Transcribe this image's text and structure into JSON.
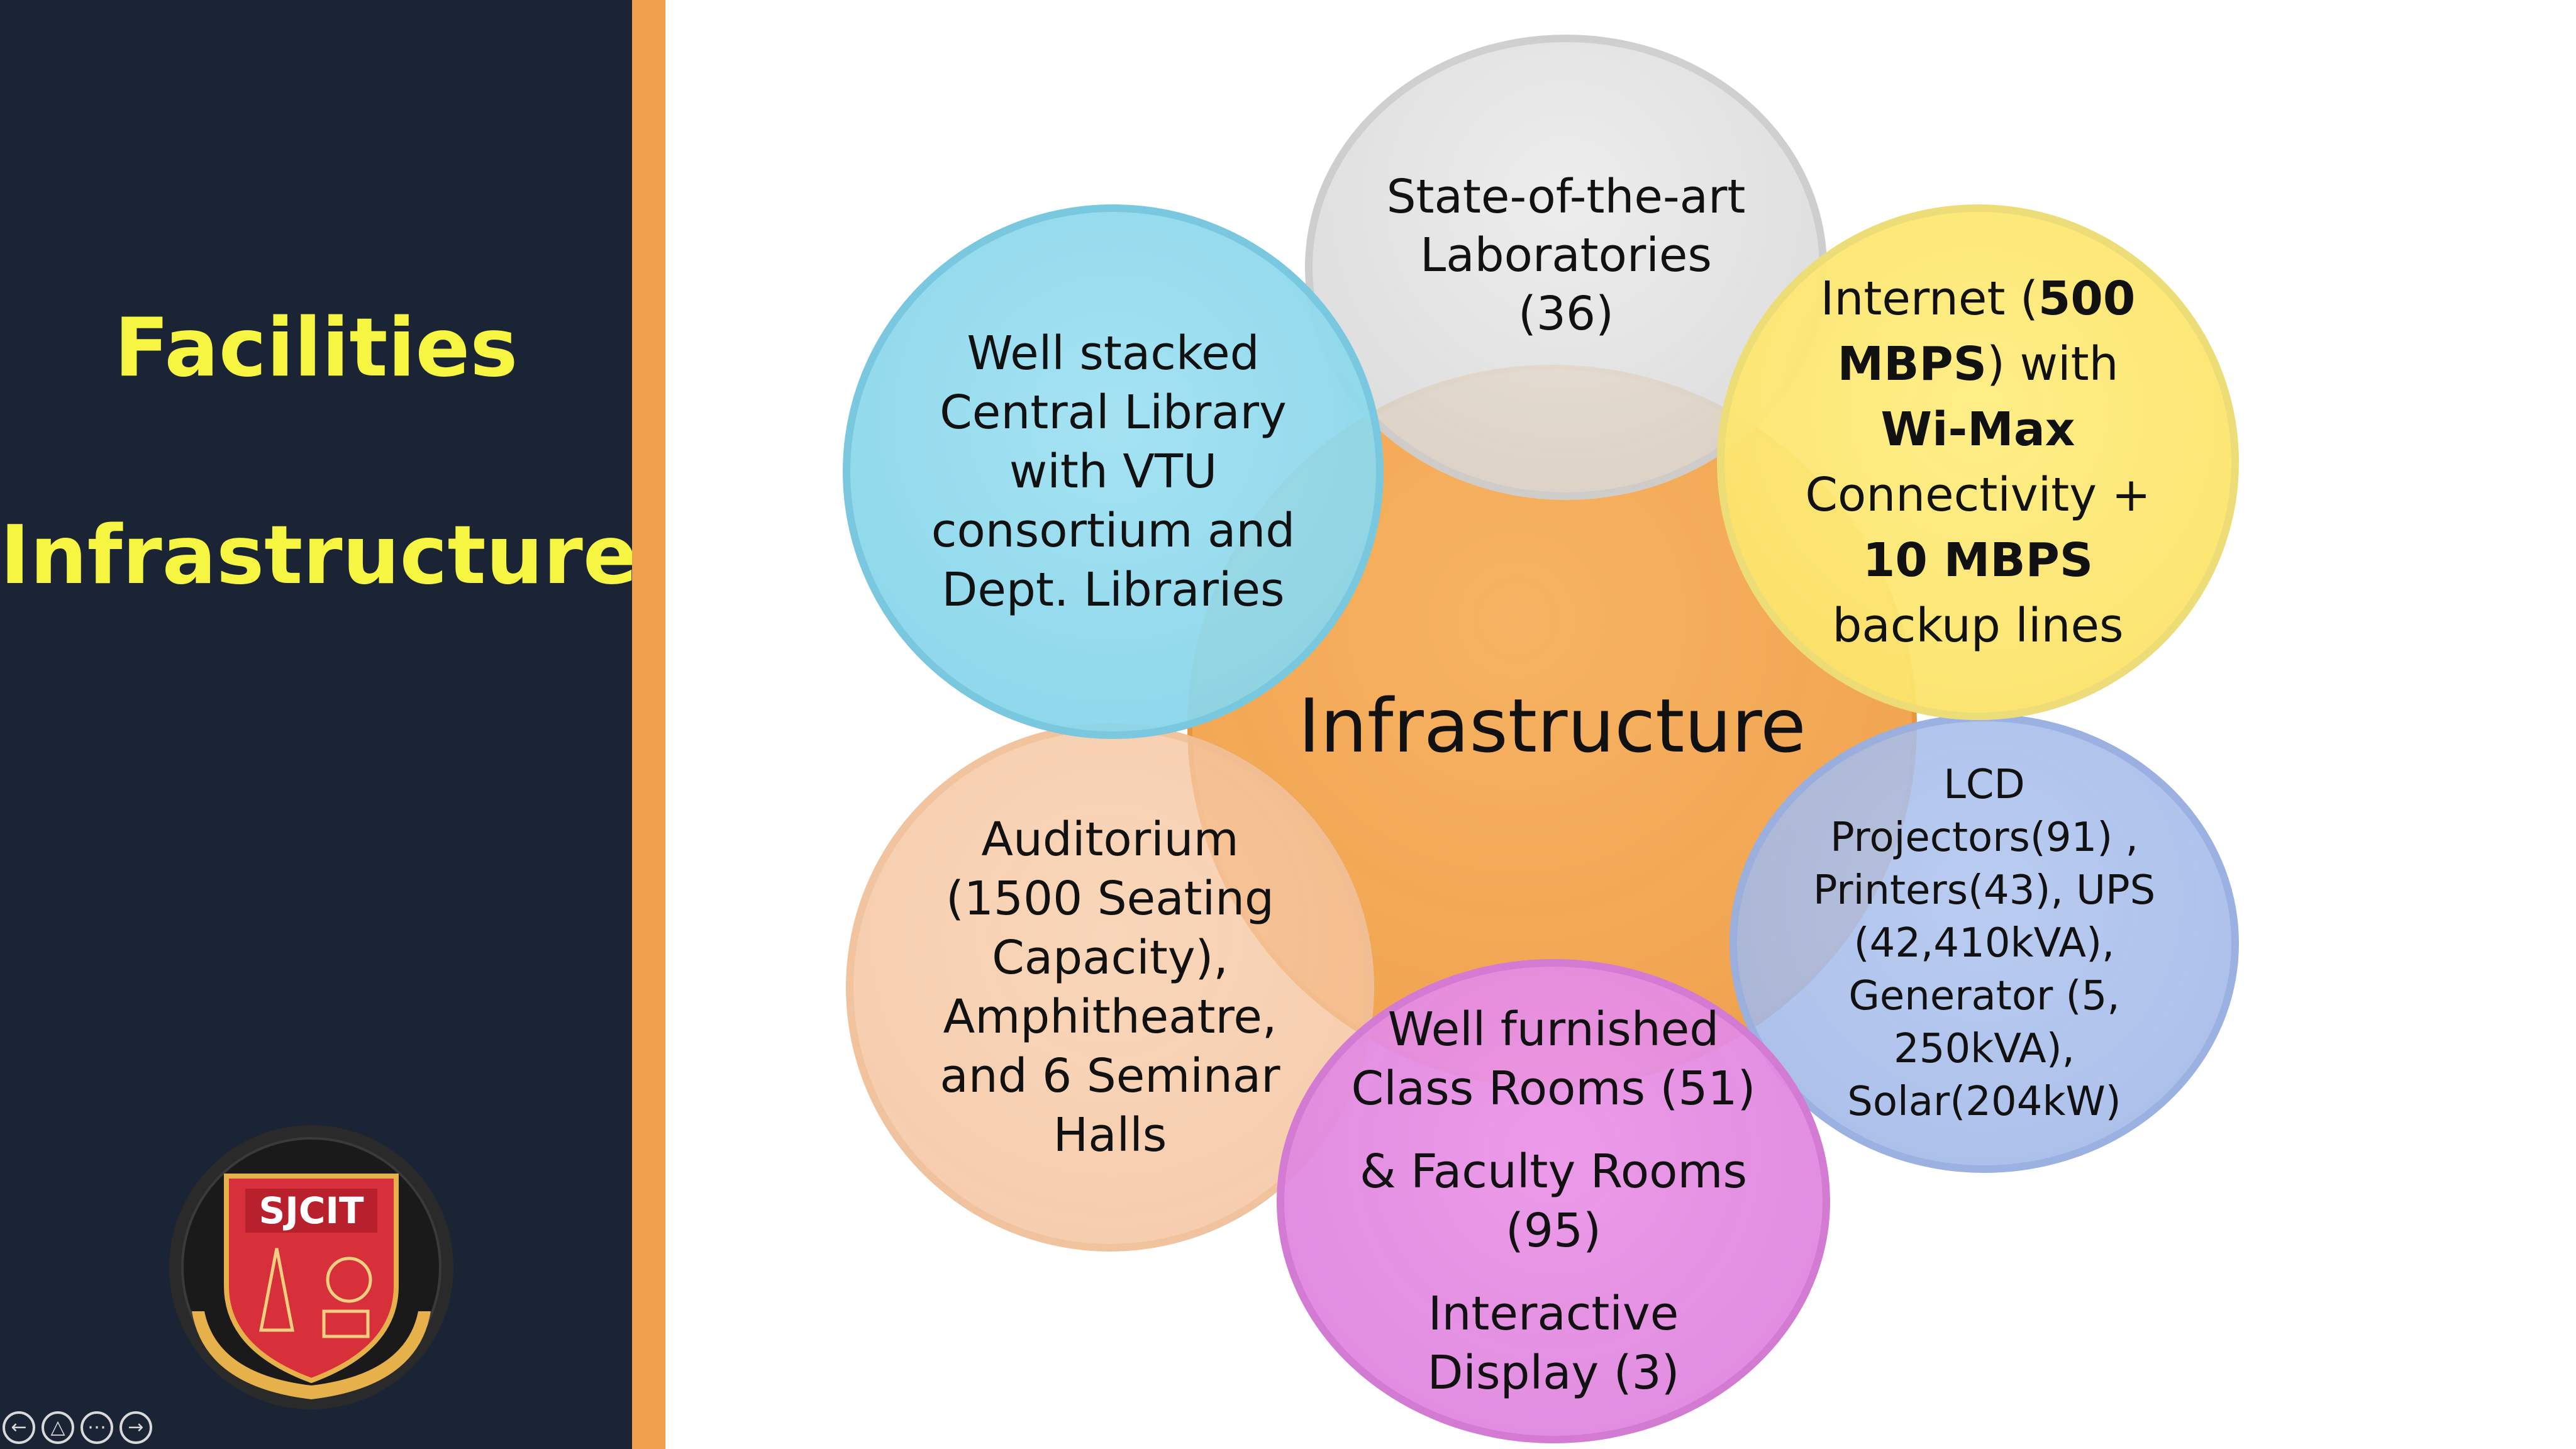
{
  "sidebar": {
    "title_line1": "Facilities",
    "title_line2": "Infrastructure",
    "logo": {
      "icon": "college-emblem",
      "text": "SJCIT",
      "colors": {
        "primary": "#d8303a",
        "gold": "#e6b04a",
        "ring": "#1a1a1a"
      }
    }
  },
  "nav": [
    "back-icon",
    "pen-icon",
    "more-icon",
    "forward-icon"
  ],
  "colors": {
    "sidebar_bg": "#1b2434",
    "accent": "#f0a04b",
    "title": "#f5f542"
  },
  "diagram": {
    "center": "Infrastructure",
    "laboratories": {
      "line1": "State-of-the-art",
      "line2": "Laboratories",
      "line3": "(36)"
    },
    "library": {
      "line1": "Well stacked",
      "line2": "Central Library",
      "line3": "with VTU",
      "line4": "consortium and",
      "line5": "Dept. Libraries"
    },
    "internet": {
      "line1_a": "Internet (",
      "line1_b": "500",
      "line2_a": "MBPS",
      "line2_b": ") with",
      "line3": "Wi-Max",
      "line4": "Connectivity  +",
      "line5": "10 MBPS",
      "line6": "backup lines"
    },
    "auditorium": {
      "line1": "Auditorium",
      "line2": "(1500 Seating",
      "line3": "Capacity),",
      "line4": "Amphitheatre,",
      "line5": "and 6 Seminar",
      "line6": "Halls"
    },
    "equipment": {
      "line1": "LCD",
      "line2": "Projectors(91) ,",
      "line3": "Printers(43),  UPS",
      "line4": "(42,410kVA),",
      "line5": "Generator (5,",
      "line6": "250kVA),",
      "line7": "Solar(204kW)"
    },
    "classrooms": {
      "line1": "Well furnished",
      "line2": "Class Rooms (51)",
      "line3": "& Faculty Rooms",
      "line4": "(95)",
      "line5": "Interactive",
      "line6": "Display (3)"
    }
  }
}
